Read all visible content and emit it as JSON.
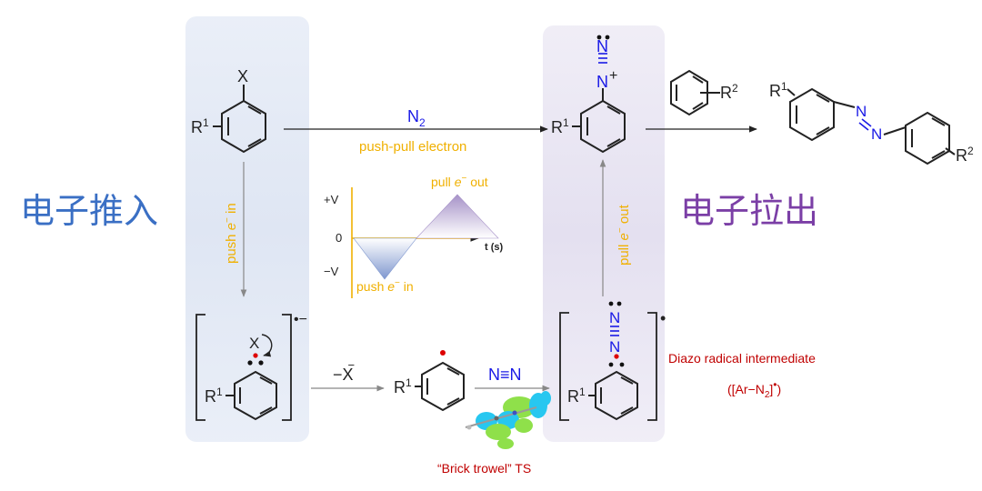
{
  "headings": {
    "push_in": "电子推入",
    "pull_out": "电子拉出"
  },
  "labels": {
    "x_sub": "X",
    "r1": "R",
    "r1_sup": "1",
    "r2": "R",
    "r2_sup": "2",
    "n": "N",
    "n_plus": "+",
    "n2_main": "N",
    "n2_sub": "2",
    "push_pull": "push-pull electron",
    "push_in_vertical_1": "push ",
    "e_minus": "e",
    "e_sup": "−",
    "in_word": " in",
    "pull_out_vertical_1": "pull ",
    "out_word": " out",
    "minus_x": "−X",
    "minus_x_sup": "−",
    "nn_triple": "N≡N",
    "radical_anion": "•−",
    "radical_dot": "•",
    "diazo_label": "Diazo radical intermediate",
    "diazo_formula_1": "([Ar−N",
    "diazo_formula_sub": "2",
    "diazo_formula_2": "]",
    "diazo_formula_sup": "•",
    "diazo_formula_3": ")",
    "ts_label": "“Brick trowel” TS"
  },
  "graph": {
    "plus_v": "+V",
    "zero": "0",
    "minus_v": "−V",
    "t_axis": "t (s)",
    "pull_label_1": "pull ",
    "pull_label_2": " out",
    "push_label_1": "push ",
    "push_label_2": " in"
  },
  "colors": {
    "blue_text": "#3a6fc4",
    "purple_text": "#7b3fa6",
    "n_blue": "#1a1ae6",
    "orange": "#f0b000",
    "red": "#c00000",
    "panel_blue": "#dfe6f3",
    "panel_purple": "#e6e2f1"
  }
}
